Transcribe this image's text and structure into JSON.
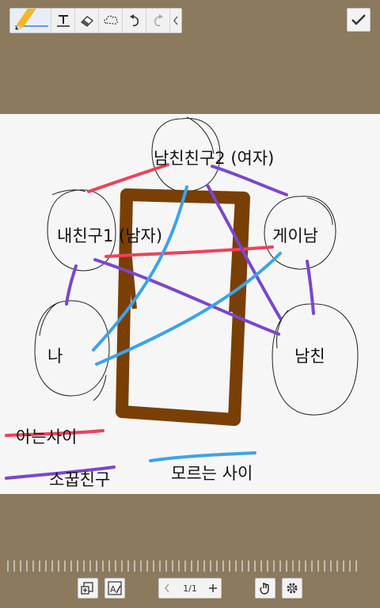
{
  "toolbar": {
    "tools": [
      "pen-tool",
      "text-tool",
      "eraser-tool",
      "lasso-tool",
      "undo",
      "redo",
      "collapse-toolbar"
    ]
  },
  "canvas": {
    "labels": {
      "top": "남친친구2 (여자)",
      "left": "내친구1 (남자)",
      "right": "게이남",
      "me": "나",
      "boyfriend": "남친"
    },
    "legend": {
      "acquaintance": "아는사이",
      "close_friend": "소꿉친구",
      "strangers": "모르는 사이"
    },
    "colors": {
      "acquaintance": "#f0405a",
      "close_friend": "#7a46cf",
      "strangers": "#3ba3ea",
      "rectangle": "#7a3f05"
    }
  },
  "bottom": {
    "page_indicator": "1/1"
  }
}
